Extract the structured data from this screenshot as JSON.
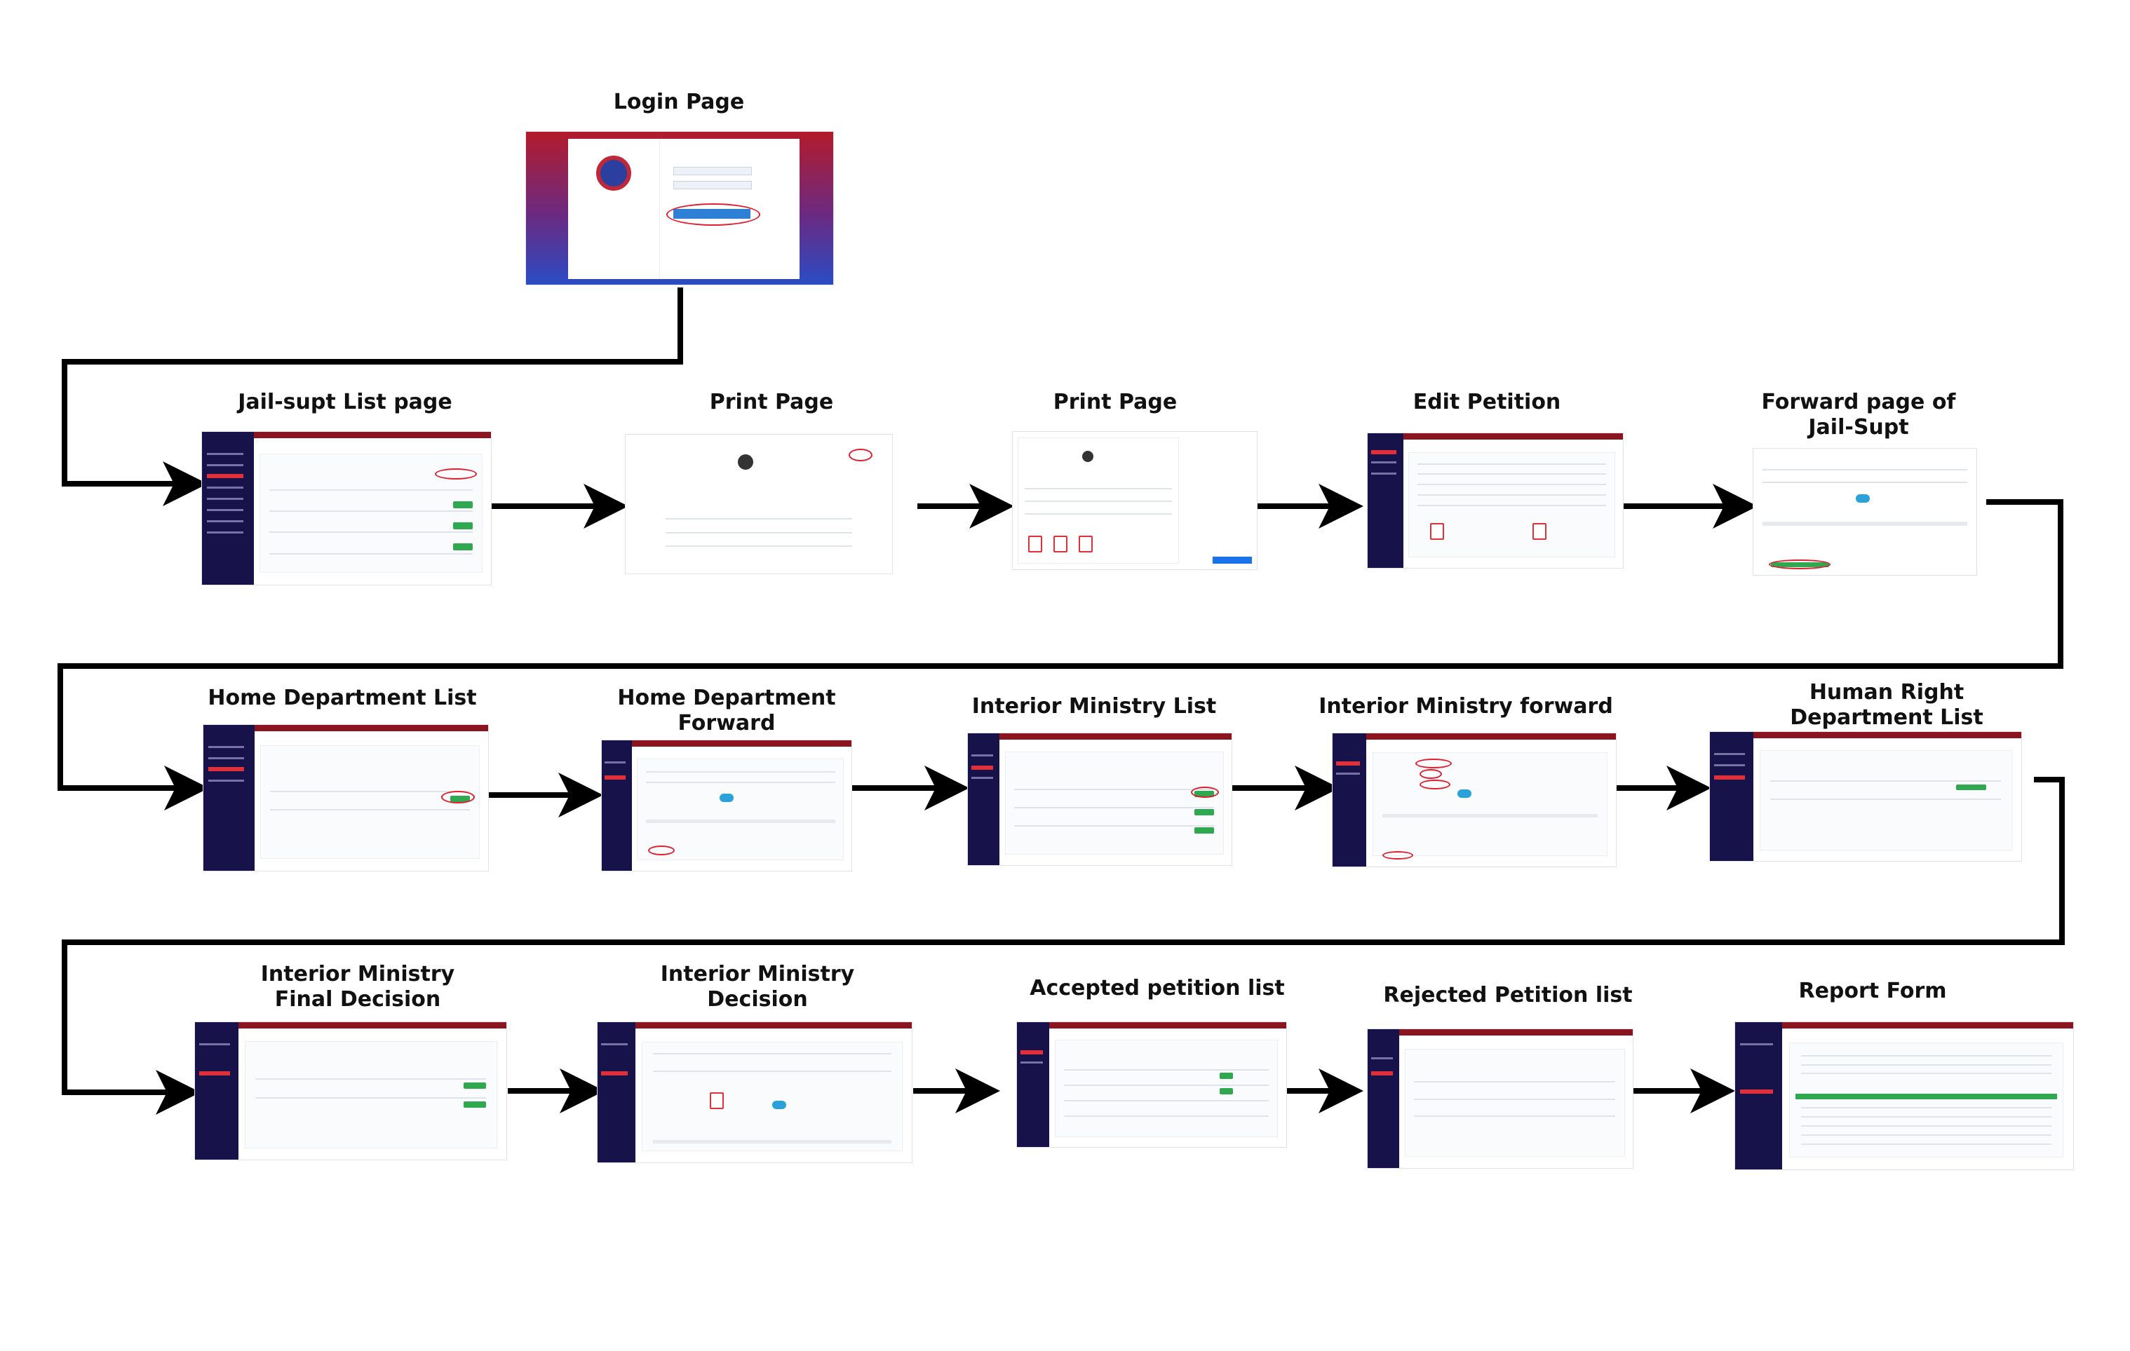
{
  "steps": [
    {
      "id": "login",
      "title": "Login Page"
    },
    {
      "id": "jail-supt-list",
      "title": "Jail-supt List page"
    },
    {
      "id": "print-page-1",
      "title": "Print Page"
    },
    {
      "id": "print-page-2",
      "title": "Print Page"
    },
    {
      "id": "edit-petition",
      "title": "Edit Petition"
    },
    {
      "id": "forward-jail-supt",
      "title": "Forward page of\nJail-Supt"
    },
    {
      "id": "home-dept-list",
      "title": "Home Department List"
    },
    {
      "id": "home-dept-forward",
      "title": "Home Department\nForward"
    },
    {
      "id": "interior-list",
      "title": "Interior Ministry List"
    },
    {
      "id": "interior-forward",
      "title": "Interior Ministry forward"
    },
    {
      "id": "human-right-list",
      "title": "Human Right\nDepartment List"
    },
    {
      "id": "interior-final",
      "title": "Interior Ministry\nFinal Decision"
    },
    {
      "id": "interior-decision",
      "title": "Interior Ministry\nDecision"
    },
    {
      "id": "accepted-list",
      "title": "Accepted petition list"
    },
    {
      "id": "rejected-list",
      "title": "Rejected Petition list"
    },
    {
      "id": "report-form",
      "title": "Report Form"
    }
  ],
  "colors": {
    "arrow": "#000000",
    "topbar": "#8a1420",
    "sidebar": "#17134a",
    "highlight": "#e02030",
    "action": "#2fa84f"
  }
}
